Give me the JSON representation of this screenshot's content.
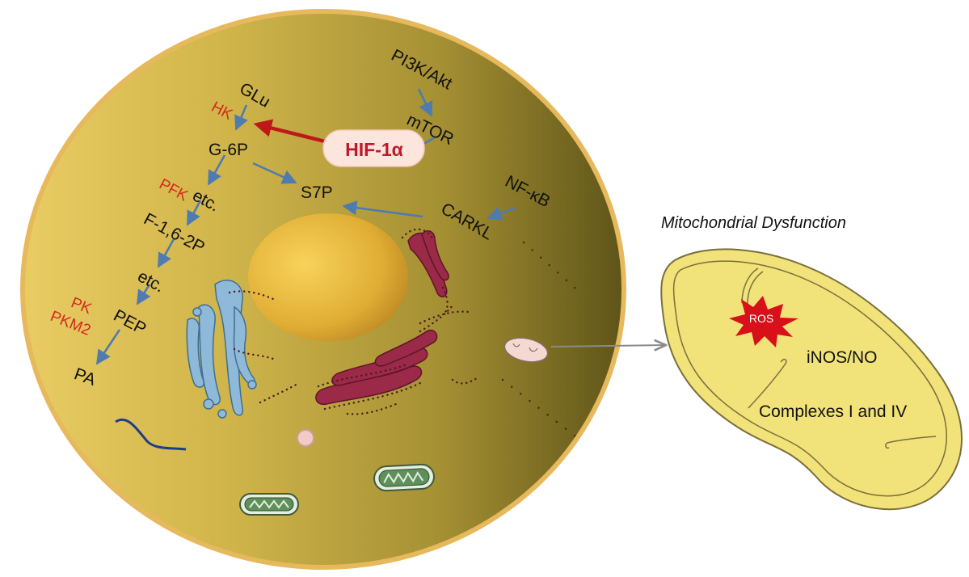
{
  "colors": {
    "enzyme_red": "#d42a1c",
    "hif_red": "#c0182a",
    "arrow_blue": "#4f7bb0",
    "cell_border": "#e7b95d",
    "mito_fill": "#f1e27a",
    "ros_red": "#d7101a",
    "golgi_blue": "#8fb9d8",
    "er_crimson": "#9b2a48"
  },
  "pathway": {
    "glu": "GLu",
    "g6p": "G-6P",
    "etc1": "etc.",
    "f16": "F-1,6-2P",
    "etc2": "etc.",
    "pep": "PEP",
    "pa": "PA",
    "s7p": "S7P"
  },
  "enzymes": {
    "hk": "HK",
    "pfk": "PFK",
    "pk": "PK",
    "pkm2": "PKM2"
  },
  "signaling": {
    "pi3k": "PI3K/Akt",
    "mtor": "mTOR",
    "hif": "HIF-1α",
    "nfkb": "NF-κB",
    "carkl": "CARKL"
  },
  "mitochondrion": {
    "caption": "Mitochondrial Dysfunction",
    "ros": "ROS",
    "inos": "iNOS/NO",
    "complexes": "Complexes I and IV"
  }
}
